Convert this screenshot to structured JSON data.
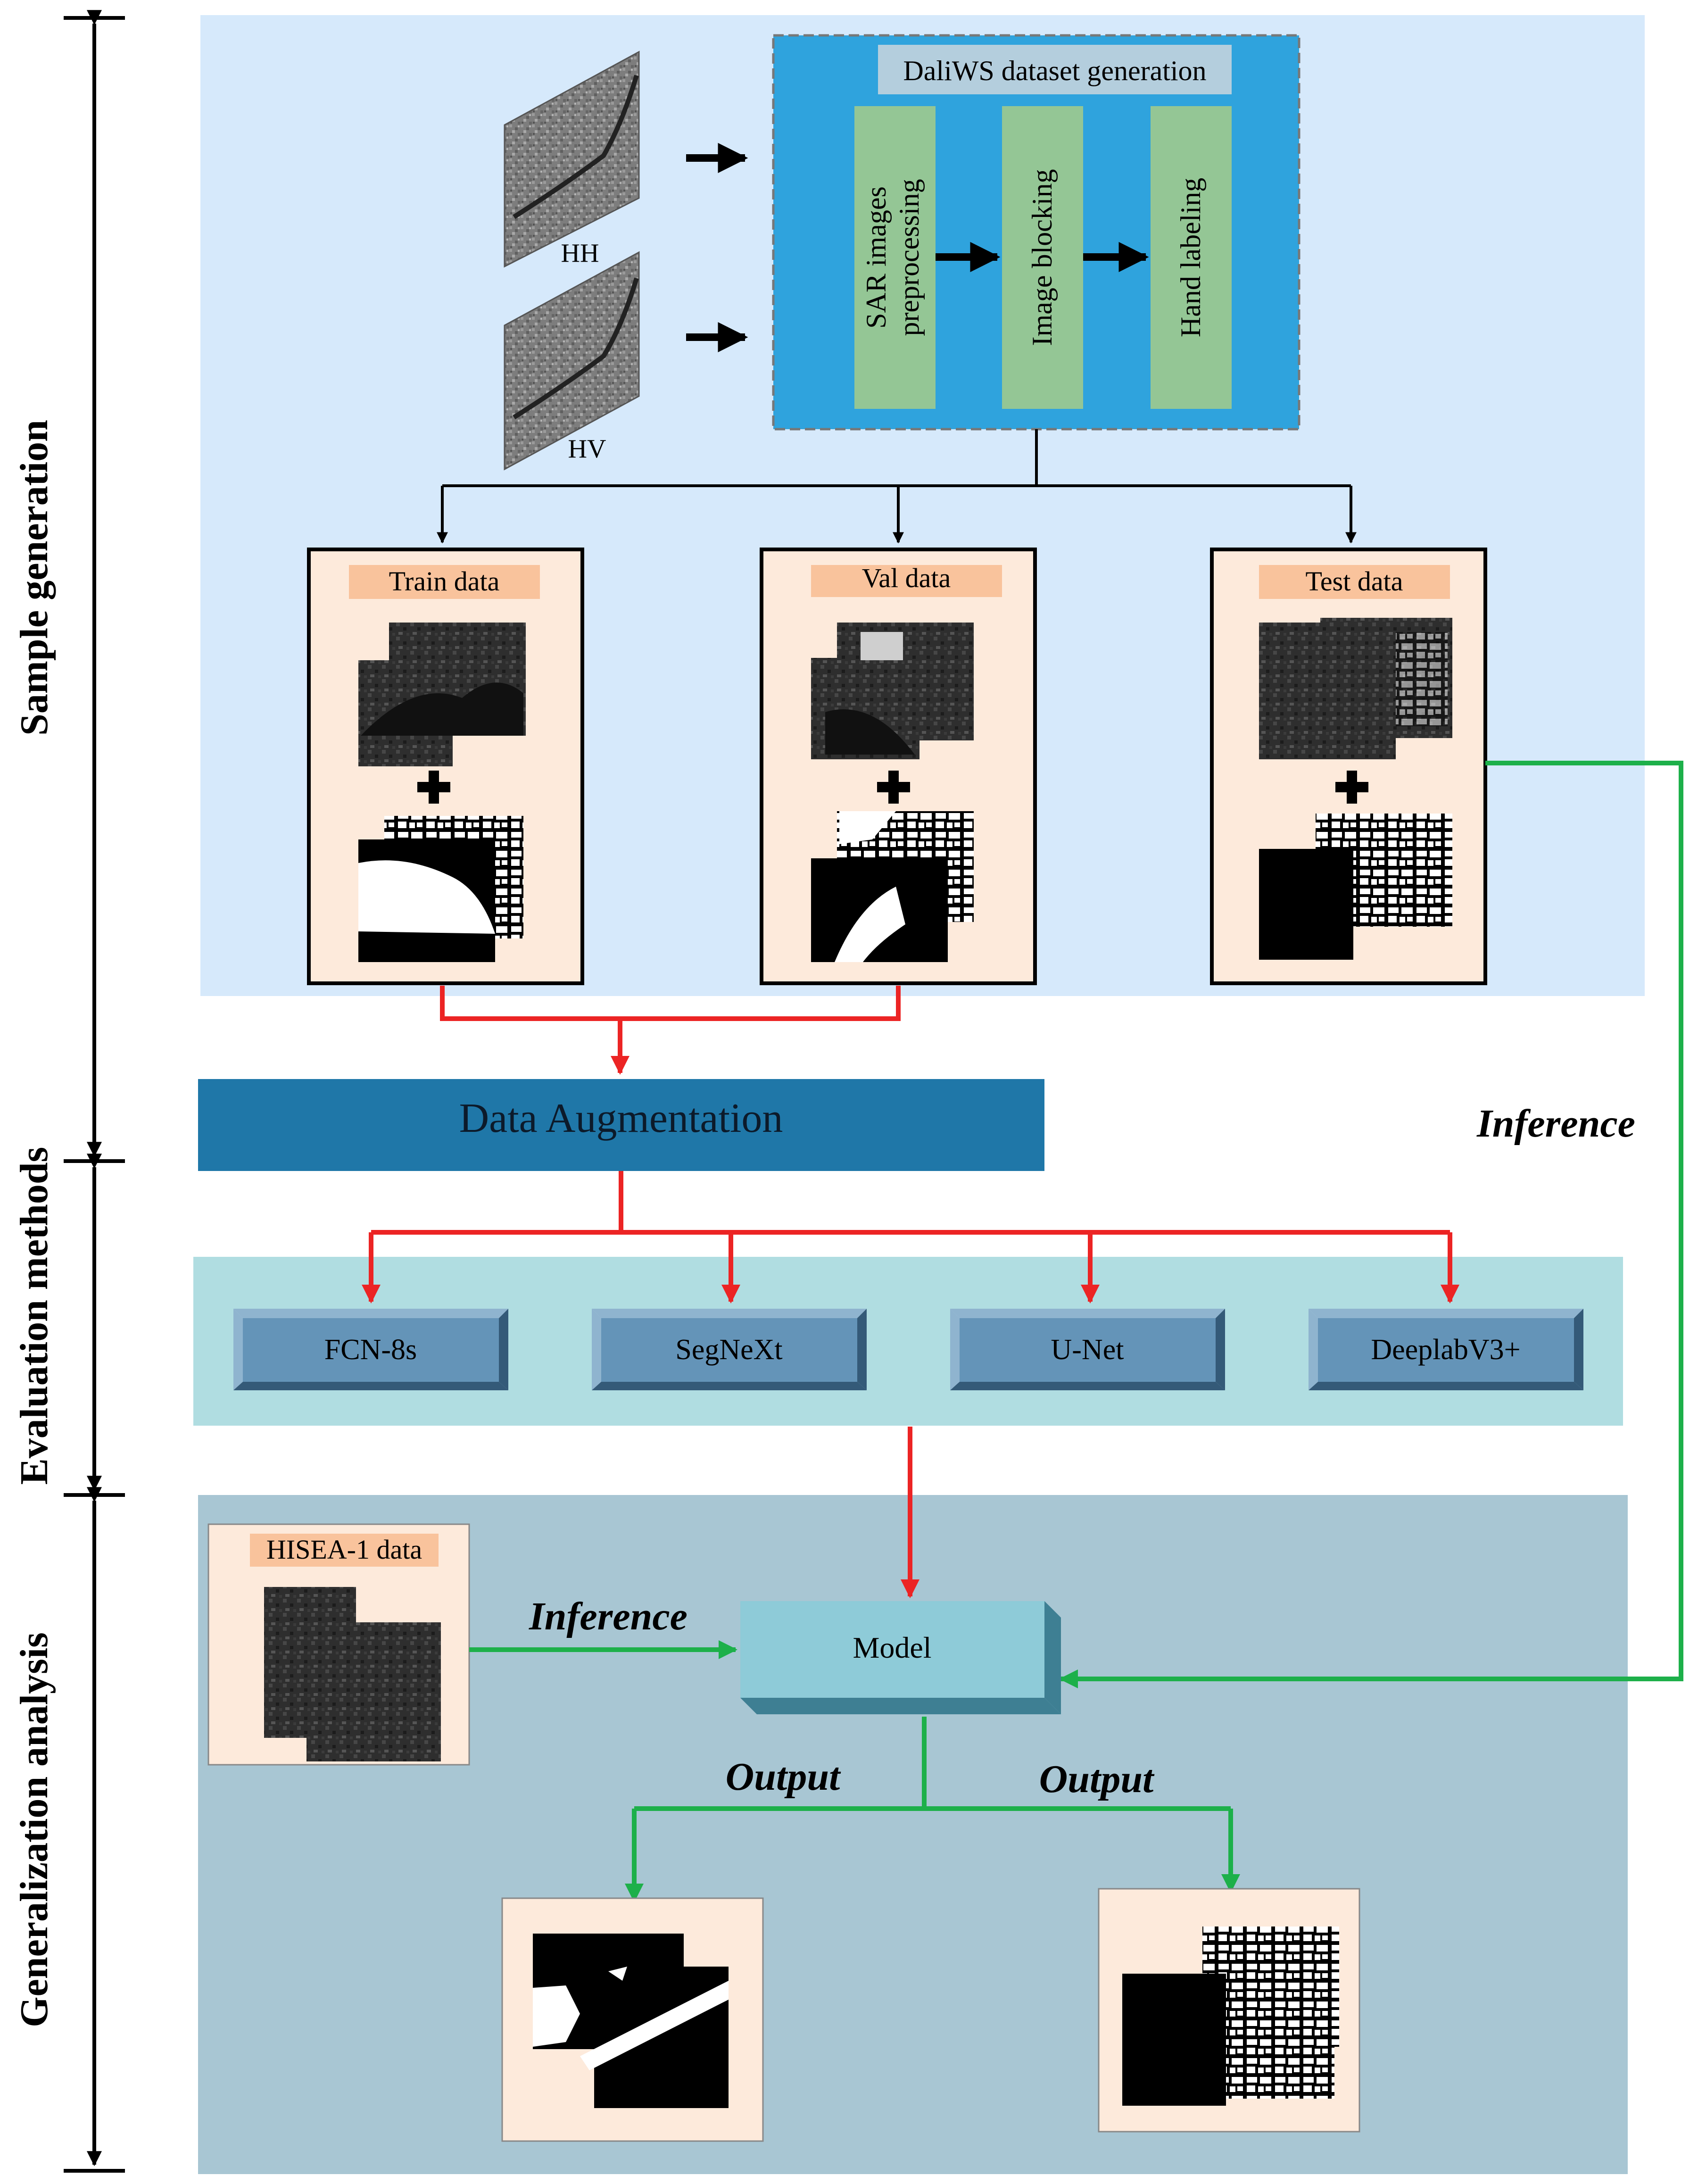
{
  "sections": {
    "sample_generation": "Sample generation",
    "evaluation_methods": "Evaluation methods",
    "generalization_analysis": "Generalization analysis"
  },
  "inputs": {
    "hh_label": "HH",
    "hv_label": "HV"
  },
  "dataset_generation": {
    "title": "DaliWS dataset generation",
    "steps": [
      {
        "line1": "SAR images",
        "line2": "preprocessing"
      },
      {
        "line1": "Image blocking",
        "line2": ""
      },
      {
        "line1": "Hand labeling",
        "line2": ""
      }
    ]
  },
  "splits": {
    "train": "Train data",
    "val": "Val data",
    "test": "Test data"
  },
  "augmentation": "Data Augmentation",
  "models": [
    "FCN-8s",
    "SegNeXt",
    "U-Net",
    "DeeplabV3+"
  ],
  "inference_labels": {
    "right": "Inference",
    "left": "Inference"
  },
  "hisea": "HISEA-1 data",
  "model": "Model",
  "outputs": {
    "left": "Output",
    "right": "Output"
  },
  "colors": {
    "sample_bg": "#d6e9fb",
    "eval_bg": "#b0dde1",
    "gen_bg": "#a8c6d3",
    "dataset_box": "#2fa3dd",
    "step_box": "#94c695",
    "split_box": "#fdeadb",
    "split_label": "#f9c39c",
    "augmentation": "#1f77a8",
    "model_button": "#6494b8",
    "model_box": "#8ecbd8",
    "red_arrow": "#ec2424",
    "green_arrow": "#1db04a"
  }
}
